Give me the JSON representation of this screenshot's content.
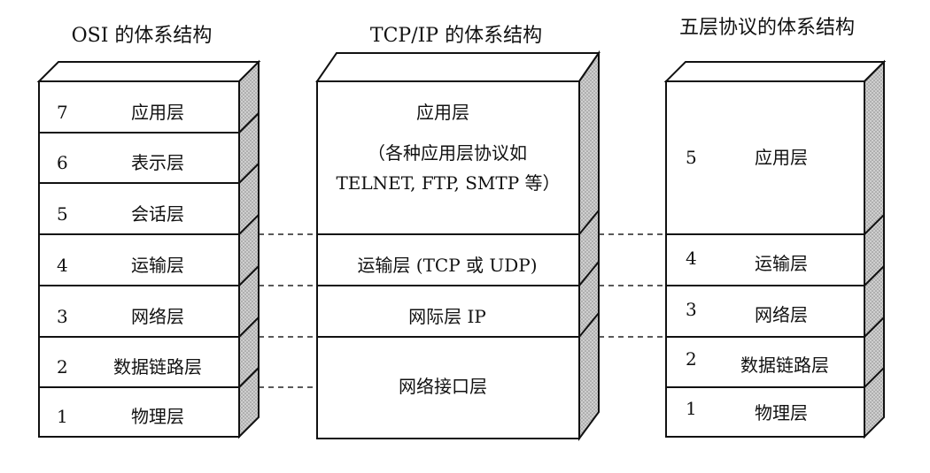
{
  "titles": {
    "osi": "OSI 的体系结构",
    "tcpip": "TCP/IP 的体系结构",
    "five": "五层协议的体系结构"
  },
  "osi_layers": [
    {
      "num": "7",
      "name": "应用层"
    },
    {
      "num": "6",
      "name": "表示层"
    },
    {
      "num": "5",
      "name": "会话层"
    },
    {
      "num": "4",
      "name": "运输层"
    },
    {
      "num": "3",
      "name": "网络层"
    },
    {
      "num": "2",
      "name": "数据链路层"
    },
    {
      "num": "1",
      "name": "物理层"
    }
  ],
  "tcpip_layers": {
    "application": {
      "name": "应用层",
      "desc_line1": "（各种应用层协议如",
      "desc_line2": "TELNET, FTP, SMTP 等）"
    },
    "transport": "运输层 (TCP 或 UDP)",
    "internet": "网际层 IP",
    "network_interface": "网络接口层"
  },
  "five_layers": [
    {
      "num": "5",
      "name": "应用层"
    },
    {
      "num": "4",
      "name": "运输层"
    },
    {
      "num": "3",
      "name": "网络层"
    },
    {
      "num": "2",
      "name": "数据链路层"
    },
    {
      "num": "1",
      "name": "物理层"
    }
  ],
  "colors": {
    "line": "#111111",
    "side_shade": "#bdbdbd",
    "top_fill": "#ffffff",
    "dash": "#222222"
  }
}
